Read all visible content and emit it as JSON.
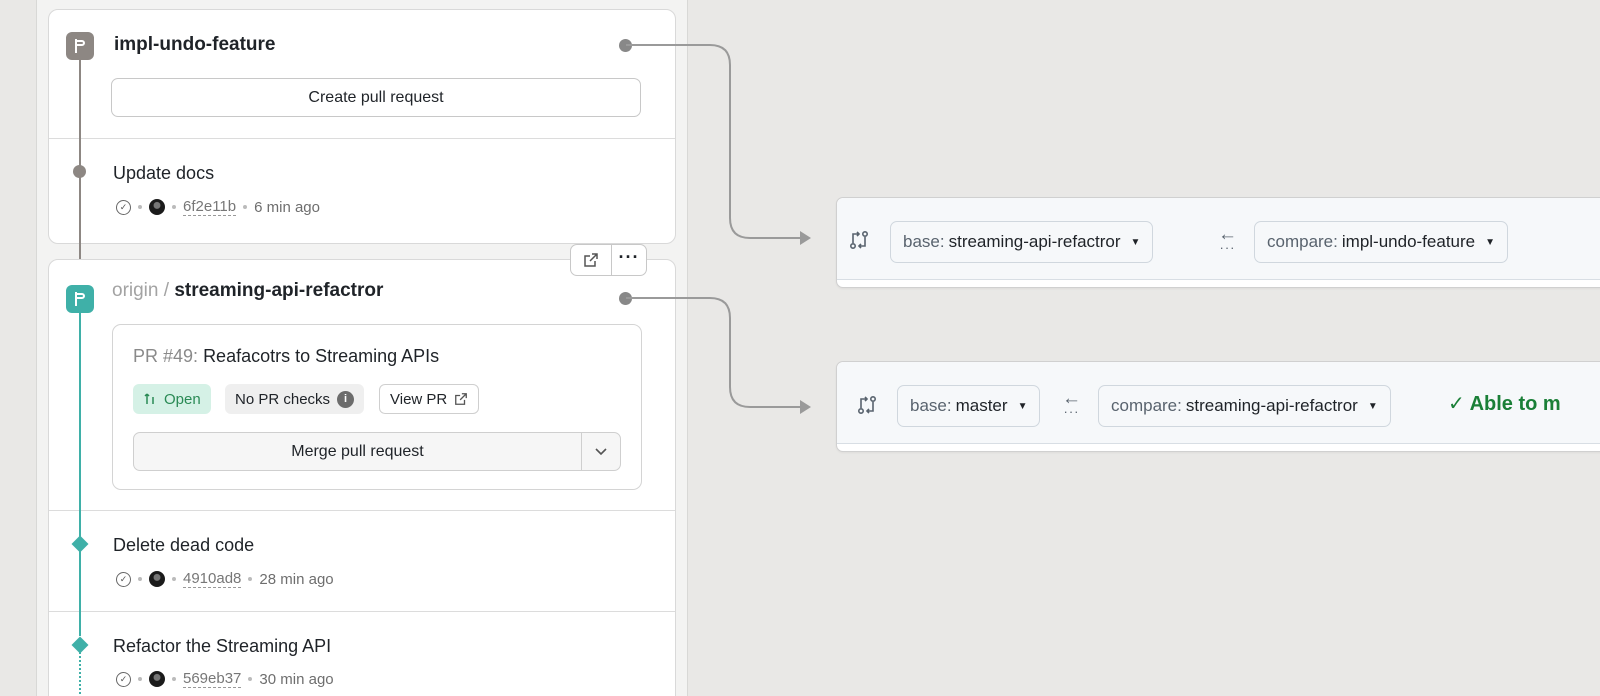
{
  "branches": [
    {
      "name": "impl-undo-feature",
      "action_label": "Create pull request",
      "commits": [
        {
          "title": "Update docs",
          "sha": "6f2e11b",
          "time": "6 min ago"
        }
      ]
    },
    {
      "remote": "origin",
      "separator": "/",
      "name": "streaming-api-refactror",
      "pr": {
        "number": "PR #49:",
        "title": "Reafacotrs to Streaming APIs",
        "status": "Open",
        "checks": "No PR checks",
        "view": "View PR",
        "merge_label": "Merge pull request"
      },
      "commits": [
        {
          "title": "Delete dead code",
          "sha": "4910ad8",
          "time": "28 min ago"
        },
        {
          "title": "Refactor the Streaming API",
          "sha": "569eb37",
          "time": "30 min ago"
        }
      ]
    }
  ],
  "compare_bars": [
    {
      "base_label": "base:",
      "base": "streaming-api-refactror",
      "compare_label": "compare:",
      "compare": "impl-undo-feature"
    },
    {
      "base_label": "base:",
      "base": "master",
      "compare_label": "compare:",
      "compare": "streaming-api-refactror",
      "status": "Able to m"
    }
  ],
  "colors": {
    "teal": "#3fb0a8",
    "gray": "#8d8783",
    "success": "#1a7f37"
  }
}
